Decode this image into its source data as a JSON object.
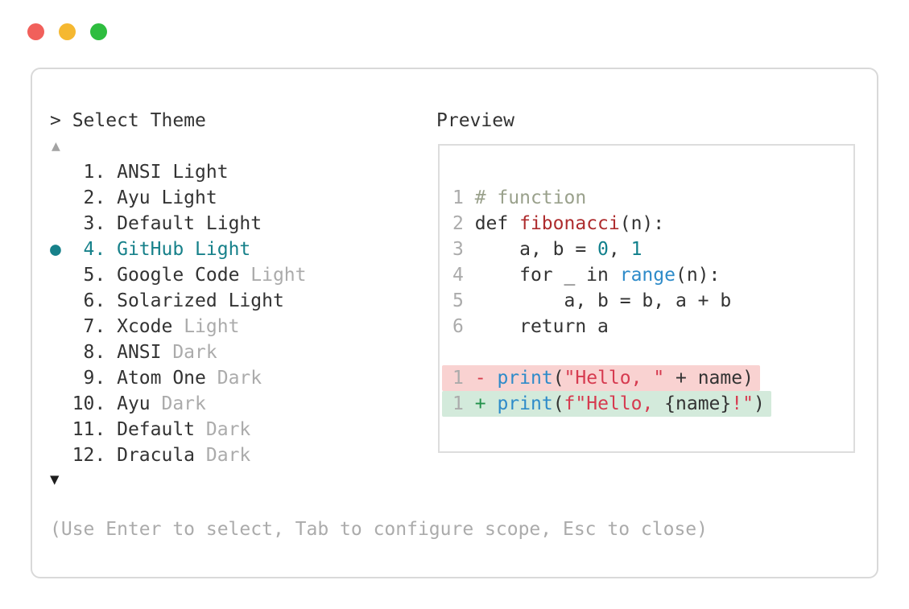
{
  "window": {
    "controls": [
      {
        "name": "close",
        "color": "#f1605b"
      },
      {
        "name": "minimize",
        "color": "#f5b831"
      },
      {
        "name": "maximize",
        "color": "#2ebd3f"
      }
    ]
  },
  "picker": {
    "title": "> Select Theme",
    "scroll_up": "▲",
    "scroll_down": "▼",
    "selected_marker": "●",
    "items": [
      {
        "num": " 1.",
        "label": "ANSI Light",
        "dim": "",
        "selected": false
      },
      {
        "num": " 2.",
        "label": "Ayu Light",
        "dim": "",
        "selected": false
      },
      {
        "num": " 3.",
        "label": "Default Light",
        "dim": "",
        "selected": false
      },
      {
        "num": " 4.",
        "label": "GitHub Light",
        "dim": "",
        "selected": true
      },
      {
        "num": " 5.",
        "label": "Google Code",
        "dim": "Light",
        "selected": false
      },
      {
        "num": " 6.",
        "label": "Solarized Light",
        "dim": "",
        "selected": false
      },
      {
        "num": " 7.",
        "label": "Xcode",
        "dim": "Light",
        "selected": false
      },
      {
        "num": " 8.",
        "label": "ANSI",
        "dim": "Dark",
        "selected": false
      },
      {
        "num": " 9.",
        "label": "Atom One",
        "dim": "Dark",
        "selected": false
      },
      {
        "num": "10.",
        "label": "Ayu",
        "dim": "Dark",
        "selected": false
      },
      {
        "num": "11.",
        "label": "Default",
        "dim": "Dark",
        "selected": false
      },
      {
        "num": "12.",
        "label": "Dracula",
        "dim": "Dark",
        "selected": false
      }
    ],
    "help": "(Use Enter to select, Tab to configure scope, Esc to close)"
  },
  "preview": {
    "label": "Preview",
    "lines": [
      {
        "n": "1",
        "tokens": [
          [
            " # function",
            "comment"
          ]
        ]
      },
      {
        "n": "2",
        "tokens": [
          [
            " def ",
            "plain"
          ],
          [
            "fibonacci",
            "func"
          ],
          [
            "(n):",
            "plain"
          ]
        ]
      },
      {
        "n": "3",
        "tokens": [
          [
            "     a, b = ",
            "plain"
          ],
          [
            "0",
            "num"
          ],
          [
            ", ",
            "plain"
          ],
          [
            "1",
            "num"
          ]
        ]
      },
      {
        "n": "4",
        "tokens": [
          [
            "     for _ in ",
            "plain"
          ],
          [
            "range",
            "call"
          ],
          [
            "(n):",
            "plain"
          ]
        ]
      },
      {
        "n": "5",
        "tokens": [
          [
            "         a, b = b, a + b",
            "plain"
          ]
        ]
      },
      {
        "n": "6",
        "tokens": [
          [
            "     return a",
            "plain"
          ]
        ]
      },
      {
        "blank": true
      },
      {
        "n": "1",
        "hl": "removed",
        "tokens": [
          [
            " ",
            "plain"
          ],
          [
            "-",
            "minus"
          ],
          [
            " ",
            "plain"
          ],
          [
            "print",
            "call"
          ],
          [
            "(",
            "plain"
          ],
          [
            "\"Hello, \"",
            "string"
          ],
          [
            " + name)",
            "plain"
          ]
        ]
      },
      {
        "n": "1",
        "hl": "added",
        "tokens": [
          [
            " ",
            "plain"
          ],
          [
            "+",
            "plus"
          ],
          [
            " ",
            "plain"
          ],
          [
            "print",
            "call"
          ],
          [
            "(",
            "plain"
          ],
          [
            "f\"Hello, ",
            "string"
          ],
          [
            "{name}",
            "plain"
          ],
          [
            "!\"",
            "string"
          ],
          [
            ")",
            "plain"
          ]
        ]
      }
    ]
  },
  "colors": {
    "accent": "#17818a",
    "text_dark": "#333333",
    "text_gray": "#ababab",
    "comment": "#9aa18c",
    "func_name": "#ae2c2e",
    "number_literal": "#11808c",
    "call_name": "#2e8bc9",
    "string": "#d63a4f",
    "diff_minus": "#d8404e",
    "diff_plus": "#23914b",
    "removed_bg": "#f9d2d1",
    "added_bg": "#d3eadb",
    "panel_border": "#d9d9d9",
    "box_border": "#dddddd"
  }
}
